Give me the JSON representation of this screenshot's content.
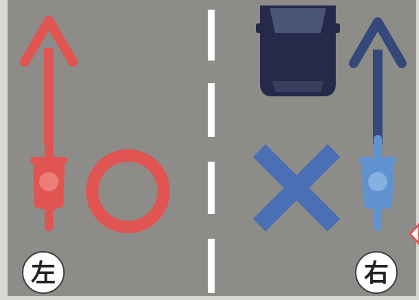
{
  "left_label": "左",
  "right_label": "右",
  "correct_symbol": "circle",
  "incorrect_symbol": "cross",
  "colors": {
    "road": "#8c8b87",
    "frame": "#cfcfcc",
    "lane_line": "#ffffff",
    "left_accent": "#e05452",
    "right_accent": "#34497a",
    "right_bike": "#5f92cf",
    "cross": "#4a6fb4",
    "car_body": "#25294a"
  }
}
